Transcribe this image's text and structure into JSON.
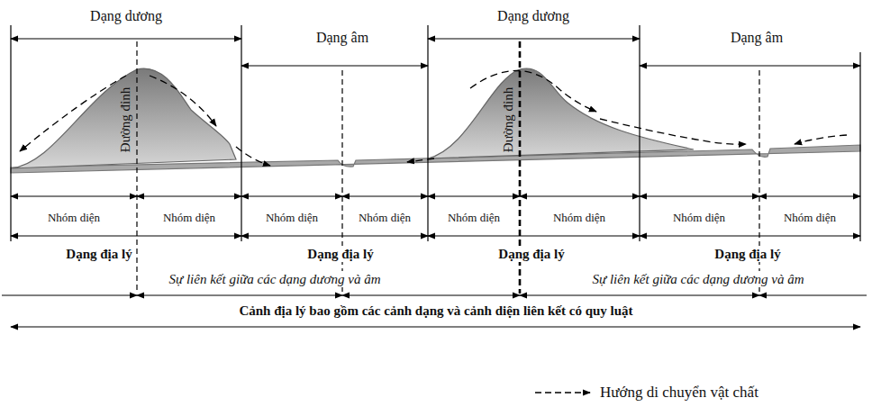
{
  "diagram": {
    "labels": [
      "Dạng dương",
      "Dạng âm",
      "Dạng dương",
      "Dạng âm",
      "Đường đỉnh",
      "Đường đỉnh",
      "Nhóm diện",
      "Nhóm diện",
      "Nhóm diện",
      "Nhóm diện",
      "Nhóm diện",
      "Nhóm diện",
      "Nhóm diện",
      "Nhóm diện",
      "Dạng địa lý",
      "Dạng địa lý",
      "Dạng địa lý",
      "Dạng địa lý",
      "Sự liên kết giữa các dạng dương và âm",
      "Sự liên kết giữa các dạng dương và âm",
      "Cảnh địa lý bao gồm các cảnh dạng và cảnh diện liên kết có quy luật"
    ],
    "legend": [
      {
        "text": "Hướng di chuyển vật chất"
      }
    ]
  }
}
